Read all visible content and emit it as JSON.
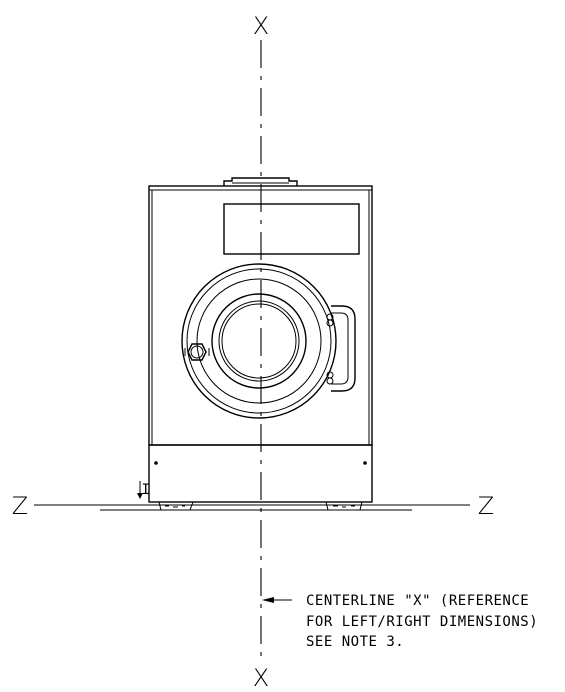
{
  "axes": {
    "x_top": "X",
    "x_bottom": "X",
    "z_left": "Z",
    "z_right": "Z"
  },
  "reference_label": {
    "small_mark": "I"
  },
  "note": {
    "lines": [
      "CENTERLINE \"X\" (REFERENCE",
      "FOR LEFT/RIGHT DIMENSIONS)",
      "SEE NOTE 3."
    ]
  }
}
